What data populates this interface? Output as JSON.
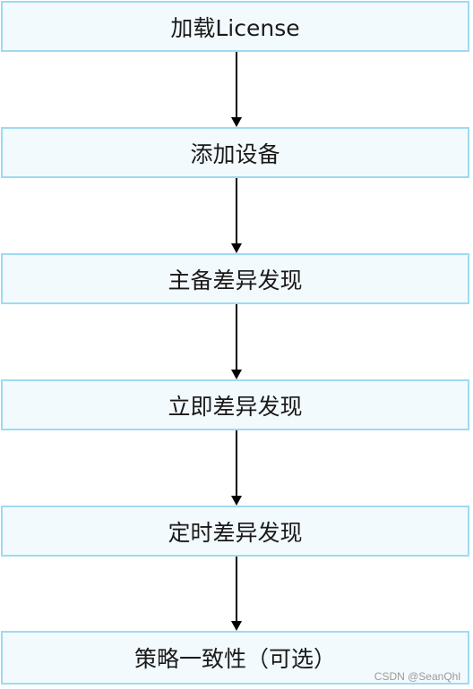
{
  "flowchart": {
    "steps": [
      {
        "label": "加载License"
      },
      {
        "label": "添加设备"
      },
      {
        "label": "主备差异发现"
      },
      {
        "label": "立即差异发现"
      },
      {
        "label": "定时差异发现"
      },
      {
        "label": "策略一致性（可选）"
      }
    ]
  },
  "watermark": "CSDN @SeanQhl",
  "colors": {
    "box_fill": "#f3fafd",
    "box_border": "#9fdaf2",
    "arrow": "#000000"
  }
}
